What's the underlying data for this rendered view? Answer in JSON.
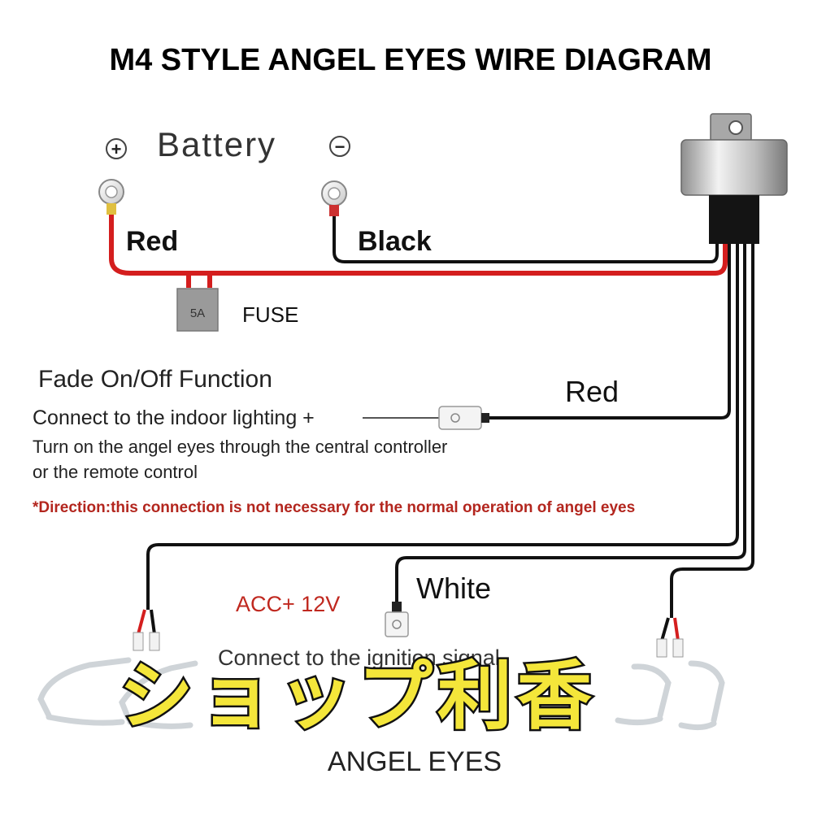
{
  "title": "M4 STYLE ANGEL EYES WIRE DIAGRAM",
  "battery": {
    "label": "Battery",
    "positive_symbol": "+",
    "negative_symbol": "−"
  },
  "wires": {
    "red_label": "Red",
    "black_label": "Black",
    "red_fade_label": "Red",
    "white_label": "White"
  },
  "fuse": {
    "rating": "5A",
    "label": "FUSE"
  },
  "fade": {
    "heading": "Fade On/Off Function",
    "line1": "Connect to the indoor lighting +",
    "line2": "Turn on the angel eyes through the central controller",
    "line3": "or the remote control",
    "note": "*Direction:this connection is not necessary for the normal operation of angel eyes"
  },
  "acc": {
    "label": "ACC+ 12V",
    "connect_text": "Connect to the ignition signal"
  },
  "angel_eyes_label": "ANGEL EYES",
  "watermark": "ショップ利香",
  "icons": [
    "battery-positive-icon",
    "battery-negative-icon",
    "ring-terminal-icon",
    "relay-icon",
    "fuse-icon",
    "connector-icon",
    "angel-eye-ring-icon"
  ],
  "colors": {
    "red_wire": "#d41e1e",
    "black_wire": "#111111",
    "note_text": "#b3261e",
    "acc_text": "#c0281f",
    "watermark_fill": "#f4e63a"
  }
}
